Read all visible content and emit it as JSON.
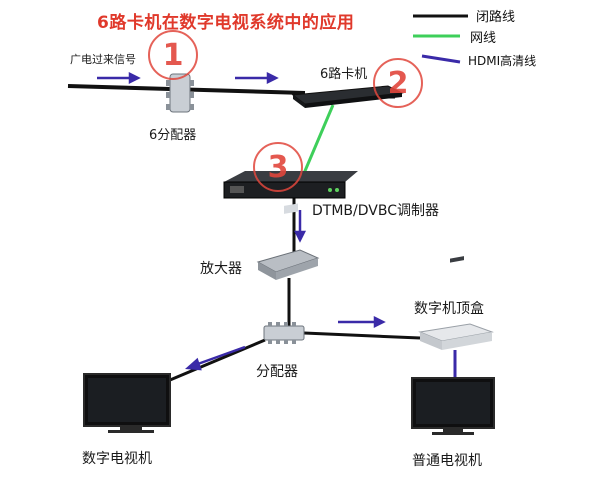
{
  "title": "6路卡机在数字电视系统中的应用",
  "legend": [
    {
      "label": "闭路线",
      "color": "#111111"
    },
    {
      "label": "网线",
      "color": "#3ecf5a"
    },
    {
      "label": "HDMI高清线",
      "color": "#3a2aa8"
    }
  ],
  "labels": {
    "broadcast_signal": "广电过来信号",
    "splitter6": "6分配器",
    "card_machine": "6路卡机",
    "modulator": "DTMB/DVBC调制器",
    "amplifier": "放大器",
    "splitter": "分配器",
    "stb": "数字机顶盒",
    "digital_tv": "数字电视机",
    "normal_tv": "普通电视机"
  },
  "markers": [
    "1",
    "2",
    "3"
  ],
  "colors": {
    "title_red": "#e0392b",
    "marker_red": "#e1463c",
    "coax": "#111111",
    "network": "#3ecf5a",
    "arrow": "#3a2aa8"
  }
}
